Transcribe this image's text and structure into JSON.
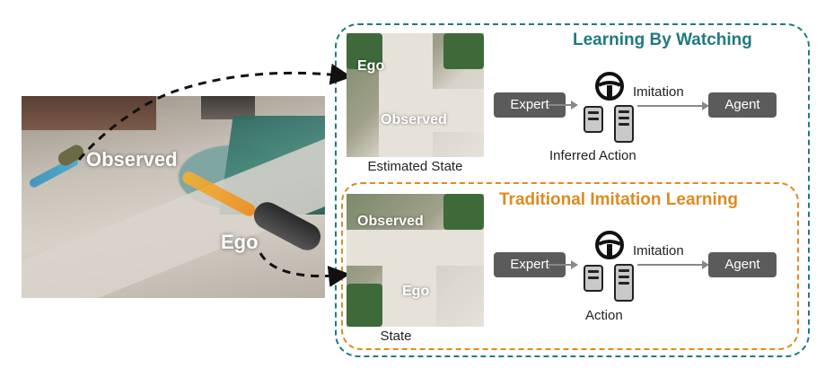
{
  "scene": {
    "observed_label": "Observed",
    "ego_label": "Ego"
  },
  "lbw": {
    "title": "Learning By Watching",
    "tile_ego": "Ego",
    "tile_observed": "Observed",
    "tile_caption": "Estimated State",
    "expert": "Expert",
    "imitation": "Imitation",
    "agent": "Agent",
    "action_caption": "Inferred Action"
  },
  "til": {
    "title": "Traditional Imitation Learning",
    "tile_observed": "Observed",
    "tile_ego": "Ego",
    "tile_caption": "State",
    "expert": "Expert",
    "imitation": "Imitation",
    "agent": "Agent",
    "action_caption": "Action"
  },
  "colors": {
    "teal": "#1f7a80",
    "orange": "#e08a1e",
    "box_grey": "#5b5b5b"
  },
  "icons": [
    "steering-wheel-icon",
    "device-icon"
  ]
}
